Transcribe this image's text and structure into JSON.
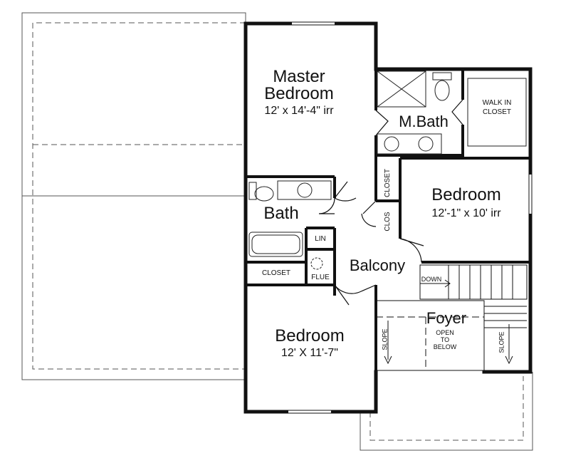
{
  "rooms": {
    "master_bedroom": {
      "name_line1": "Master",
      "name_line2": "Bedroom",
      "size": "12' x 14'-4\" irr"
    },
    "master_bath": {
      "name": "M.Bath"
    },
    "walk_in_closet": {
      "line1": "WALK IN",
      "line2": "CLOSET"
    },
    "bath": {
      "name": "Bath"
    },
    "bedroom_east": {
      "name": "Bedroom",
      "size": "12'-1\" x 10' irr"
    },
    "bedroom_south": {
      "name": "Bedroom",
      "size": "12' X 11'-7\""
    },
    "balcony": {
      "name": "Balcony"
    },
    "foyer": {
      "name": "Foyer",
      "note_line1": "OPEN",
      "note_line2": "TO",
      "note_line3": "BELOW"
    }
  },
  "small_labels": {
    "closet_vertical": "CLOSET",
    "clos_vertical": "CLOS",
    "lin": "LIN",
    "closet_hall": "CLOSET",
    "flue": "FLUE",
    "down": "DOWN",
    "slope_left": "SLOPE",
    "slope_right": "SLOPE"
  }
}
